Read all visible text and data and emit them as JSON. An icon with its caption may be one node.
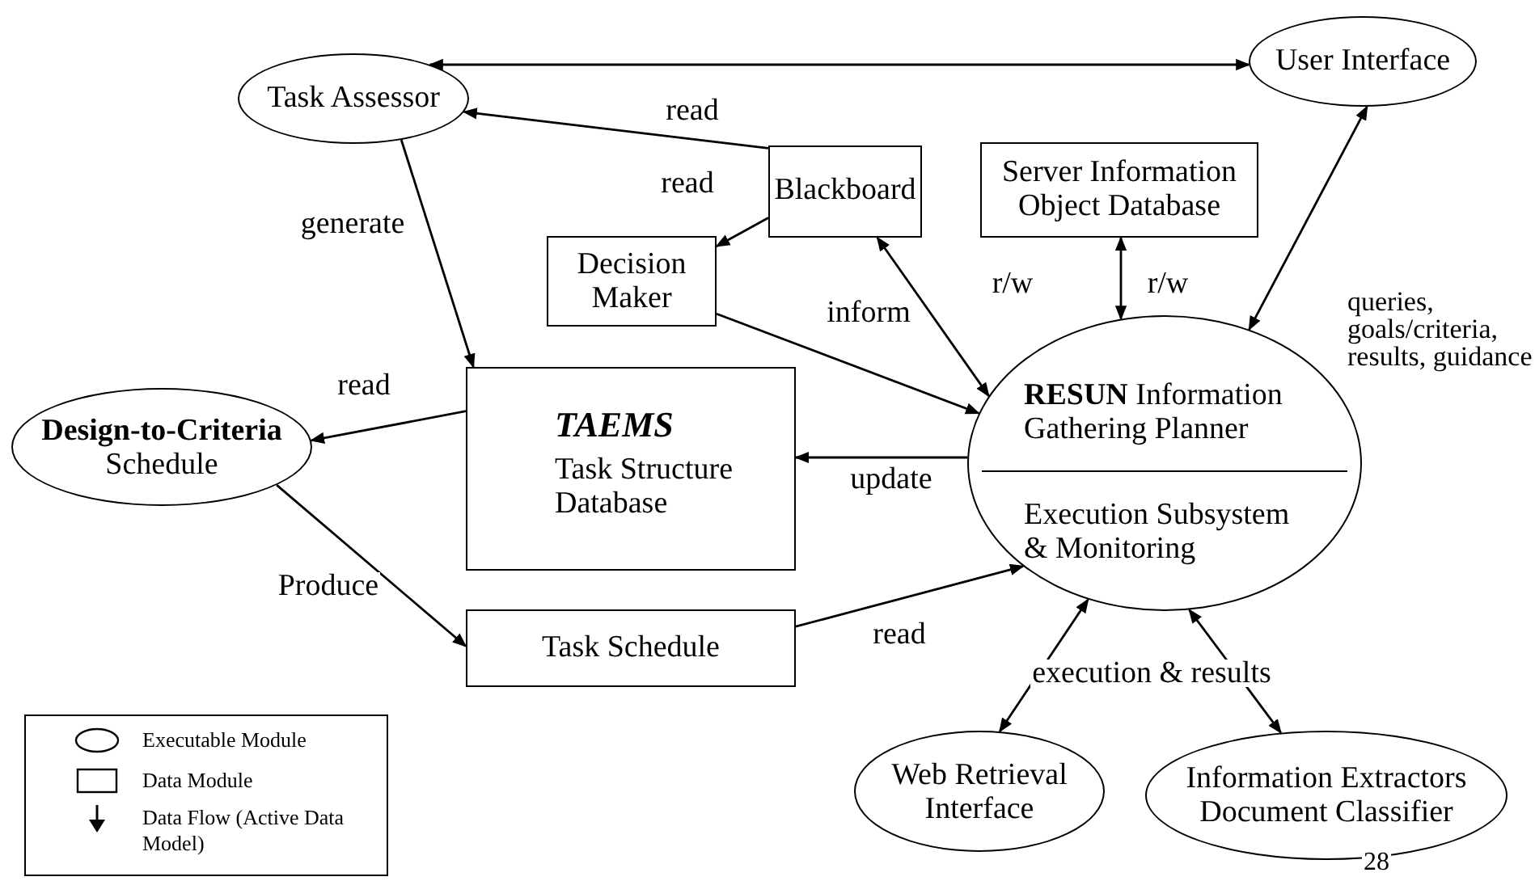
{
  "diagram": {
    "nodes": [
      {
        "text": [
          "Task Assessor"
        ]
      },
      {
        "text": [
          "User Interface"
        ]
      },
      {
        "text": [
          "Blackboard"
        ]
      },
      {
        "text": [
          "Server Information Object Database"
        ]
      },
      {
        "text": [
          "Decision Maker"
        ]
      },
      {
        "text": [
          "TAEMS",
          "Task Structure Database"
        ]
      },
      {
        "text": [
          "Design-to-Criteria",
          "Schedule"
        ]
      },
      {
        "text": [
          "**RESUN** Information Gathering Planner",
          "Execution Subsystem & Monitoring"
        ]
      },
      {
        "text": [
          "Task Schedule"
        ]
      },
      {
        "text": [
          "Web Retrieval Interface"
        ]
      },
      {
        "text": [
          "Information Extractors Document Classifier"
        ]
      }
    ],
    "edges": [
      {
        "from": 0,
        "to": 1,
        "arrow": "both"
      },
      {
        "from": 2,
        "to": 0,
        "arrow": "to",
        "label": "read"
      },
      {
        "from": 2,
        "to": 4,
        "arrow": "to",
        "label": "read"
      },
      {
        "from": 0,
        "to": 5,
        "arrow": "to",
        "label": "generate"
      },
      {
        "from": 5,
        "to": 6,
        "arrow": "to",
        "label": "read"
      },
      {
        "from": 4,
        "to": 7,
        "arrow": "to",
        "label": "inform"
      },
      {
        "from": 2,
        "to": 7,
        "arrow": "both",
        "label": "r/w"
      },
      {
        "from": 3,
        "to": 7,
        "arrow": "both",
        "label": "r/w"
      },
      {
        "from": 1,
        "to": 7,
        "arrow": "both",
        "label": "queries, goals/criteria, results, guidance"
      },
      {
        "from": 7,
        "to": 5,
        "arrow": "to",
        "label": "update"
      },
      {
        "from": 6,
        "to": 8,
        "arrow": "to",
        "label": "Produce"
      },
      {
        "from": 8,
        "to": 7,
        "arrow": "to",
        "label": "read"
      },
      {
        "from": 7,
        "to": 9,
        "arrow": "both",
        "label": "execution & results"
      },
      {
        "from": 7,
        "to": 10,
        "arrow": "both"
      }
    ],
    "labels": [
      "28"
    ],
    "legend": [
      {
        "text": "Executable Module"
      },
      {
        "text": "Data Module"
      },
      {
        "text": "Data Flow (Active Data Model)"
      }
    ]
  }
}
